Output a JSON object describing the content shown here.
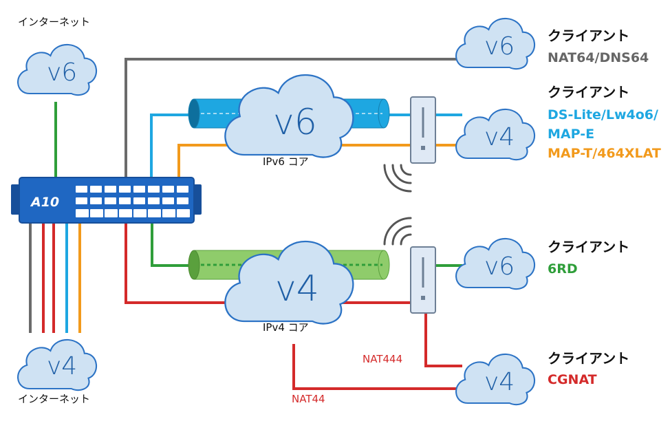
{
  "colors": {
    "cloud_fill": "#cfe2f3",
    "cloud_stroke": "#2c73c5",
    "gray_line": "#6b6b6b",
    "blue_line": "#1ea7e1",
    "orange_line": "#f29a1c",
    "green_line": "#2f9e3a",
    "red_line": "#d42a2a",
    "device_blue": "#1f67c2",
    "tunnel_blue": "#1ea7e1",
    "tunnel_green": "#8fcc6b"
  },
  "internet_top": {
    "label": "インターネット",
    "cloud": "v6"
  },
  "internet_bottom": {
    "label": "インターネット",
    "cloud": "v4"
  },
  "ipv6_core": {
    "cloud": "v6",
    "label": "IPv6 コア"
  },
  "ipv4_core": {
    "cloud": "v4",
    "label": "IPv4 コア"
  },
  "device": {
    "logo": "A10"
  },
  "clients": [
    {
      "heading": "クライアント",
      "cloud": "v6",
      "lines": [
        {
          "text": "NAT64/DNS64",
          "color": "#666666"
        }
      ]
    },
    {
      "heading": "クライアント",
      "cloud": "v4",
      "lines": [
        {
          "text": "DS-Lite/Lw4o6/",
          "color": "#1ea7e1"
        },
        {
          "text": "MAP-E",
          "color": "#1ea7e1"
        },
        {
          "text": "MAP-T/464XLAT",
          "color": "#f29a1c"
        }
      ]
    },
    {
      "heading": "クライアント",
      "cloud": "v6",
      "lines": [
        {
          "text": "6RD",
          "color": "#2f9e3a"
        }
      ]
    },
    {
      "heading": "クライアント",
      "cloud": "v4",
      "lines": [
        {
          "text": "CGNAT",
          "color": "#d42a2a"
        }
      ]
    }
  ],
  "nat_labels": {
    "nat444": "NAT444",
    "nat44": "NAT44"
  }
}
